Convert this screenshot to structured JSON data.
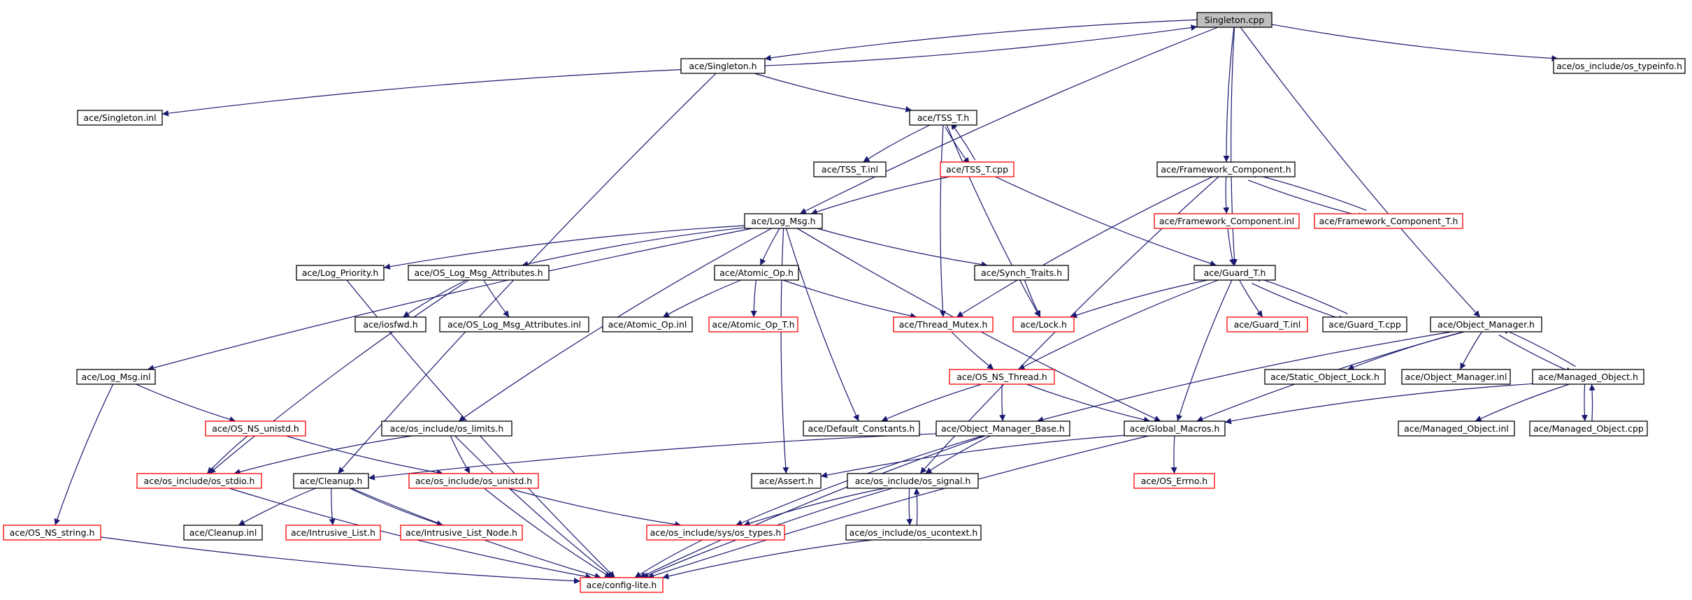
{
  "colors": {
    "edge": "#191970",
    "border_normal": "#000000",
    "border_truncated": "#ff0000",
    "root_fill": "#bfbfbf"
  },
  "nodes": [
    {
      "id": "singleton_cpp",
      "label": "Singleton.cpp",
      "style": "root"
    },
    {
      "id": "ace_singleton_h",
      "label": "ace/Singleton.h",
      "style": "normal"
    },
    {
      "id": "os_typeinfo_h",
      "label": "ace/os_include/os_typeinfo.h",
      "style": "normal"
    },
    {
      "id": "singleton_inl",
      "label": "ace/Singleton.inl",
      "style": "normal"
    },
    {
      "id": "tss_t_h",
      "label": "ace/TSS_T.h",
      "style": "normal"
    },
    {
      "id": "tss_t_inl",
      "label": "ace/TSS_T.inl",
      "style": "normal"
    },
    {
      "id": "tss_t_cpp",
      "label": "ace/TSS_T.cpp",
      "style": "truncated"
    },
    {
      "id": "framework_component_h",
      "label": "ace/Framework_Component.h",
      "style": "normal"
    },
    {
      "id": "framework_component_inl",
      "label": "ace/Framework_Component.inl",
      "style": "truncated"
    },
    {
      "id": "framework_component_t_h",
      "label": "ace/Framework_Component_T.h",
      "style": "truncated"
    },
    {
      "id": "log_msg_h",
      "label": "ace/Log_Msg.h",
      "style": "normal"
    },
    {
      "id": "log_priority_h",
      "label": "ace/Log_Priority.h",
      "style": "normal"
    },
    {
      "id": "os_log_msg_attributes_h",
      "label": "ace/OS_Log_Msg_Attributes.h",
      "style": "normal"
    },
    {
      "id": "atomic_op_h",
      "label": "ace/Atomic_Op.h",
      "style": "normal"
    },
    {
      "id": "synch_traits_h",
      "label": "ace/Synch_Traits.h",
      "style": "normal"
    },
    {
      "id": "guard_t_h",
      "label": "ace/Guard_T.h",
      "style": "normal"
    },
    {
      "id": "iosfwd_h",
      "label": "ace/iosfwd.h",
      "style": "normal"
    },
    {
      "id": "os_log_msg_attributes_inl",
      "label": "ace/OS_Log_Msg_Attributes.inl",
      "style": "normal"
    },
    {
      "id": "atomic_op_inl",
      "label": "ace/Atomic_Op.inl",
      "style": "normal"
    },
    {
      "id": "atomic_op_t_h",
      "label": "ace/Atomic_Op_T.h",
      "style": "truncated"
    },
    {
      "id": "thread_mutex_h",
      "label": "ace/Thread_Mutex.h",
      "style": "truncated"
    },
    {
      "id": "lock_h",
      "label": "ace/Lock.h",
      "style": "truncated"
    },
    {
      "id": "guard_t_inl",
      "label": "ace/Guard_T.inl",
      "style": "truncated"
    },
    {
      "id": "guard_t_cpp",
      "label": "ace/Guard_T.cpp",
      "style": "normal"
    },
    {
      "id": "object_manager_h",
      "label": "ace/Object_Manager.h",
      "style": "normal"
    },
    {
      "id": "log_msg_inl",
      "label": "ace/Log_Msg.inl",
      "style": "normal"
    },
    {
      "id": "os_ns_thread_h",
      "label": "ace/OS_NS_Thread.h",
      "style": "truncated"
    },
    {
      "id": "static_object_lock_h",
      "label": "ace/Static_Object_Lock.h",
      "style": "normal"
    },
    {
      "id": "object_manager_inl",
      "label": "ace/Object_Manager.inl",
      "style": "normal"
    },
    {
      "id": "managed_object_h",
      "label": "ace/Managed_Object.h",
      "style": "normal"
    },
    {
      "id": "os_ns_unistd_h",
      "label": "ace/OS_NS_unistd.h",
      "style": "truncated"
    },
    {
      "id": "os_limits_h",
      "label": "ace/os_include/os_limits.h",
      "style": "normal"
    },
    {
      "id": "default_constants_h",
      "label": "ace/Default_Constants.h",
      "style": "normal"
    },
    {
      "id": "object_manager_base_h",
      "label": "ace/Object_Manager_Base.h",
      "style": "normal"
    },
    {
      "id": "global_macros_h",
      "label": "ace/Global_Macros.h",
      "style": "normal"
    },
    {
      "id": "managed_object_inl",
      "label": "ace/Managed_Object.inl",
      "style": "normal"
    },
    {
      "id": "managed_object_cpp",
      "label": "ace/Managed_Object.cpp",
      "style": "normal"
    },
    {
      "id": "os_stdio_h",
      "label": "ace/os_include/os_stdio.h",
      "style": "truncated"
    },
    {
      "id": "cleanup_h",
      "label": "ace/Cleanup.h",
      "style": "normal"
    },
    {
      "id": "os_unistd_h",
      "label": "ace/os_include/os_unistd.h",
      "style": "truncated"
    },
    {
      "id": "assert_h",
      "label": "ace/Assert.h",
      "style": "normal"
    },
    {
      "id": "os_signal_h",
      "label": "ace/os_include/os_signal.h",
      "style": "normal"
    },
    {
      "id": "os_errno_h",
      "label": "ace/OS_Errno.h",
      "style": "truncated"
    },
    {
      "id": "os_ns_string_h",
      "label": "ace/OS_NS_string.h",
      "style": "truncated"
    },
    {
      "id": "cleanup_inl",
      "label": "ace/Cleanup.inl",
      "style": "normal"
    },
    {
      "id": "intrusive_list_h",
      "label": "ace/Intrusive_List.h",
      "style": "truncated"
    },
    {
      "id": "intrusive_list_node_h",
      "label": "ace/Intrusive_List_Node.h",
      "style": "truncated"
    },
    {
      "id": "os_types_h",
      "label": "ace/os_include/sys/os_types.h",
      "style": "truncated"
    },
    {
      "id": "os_ucontext_h",
      "label": "ace/os_include/os_ucontext.h",
      "style": "normal"
    },
    {
      "id": "config_lite_h",
      "label": "ace/config-lite.h",
      "style": "truncated"
    }
  ],
  "edges": [
    [
      "singleton_cpp",
      "ace_singleton_h"
    ],
    [
      "singleton_cpp",
      "os_typeinfo_h"
    ],
    [
      "singleton_cpp",
      "log_msg_h"
    ],
    [
      "singleton_cpp",
      "framework_component_h"
    ],
    [
      "singleton_cpp",
      "guard_t_h"
    ],
    [
      "singleton_cpp",
      "object_manager_h"
    ],
    [
      "ace_singleton_h",
      "singleton_cpp"
    ],
    [
      "ace_singleton_h",
      "singleton_inl"
    ],
    [
      "ace_singleton_h",
      "tss_t_h"
    ],
    [
      "ace_singleton_h",
      "cleanup_h"
    ],
    [
      "tss_t_h",
      "tss_t_inl"
    ],
    [
      "tss_t_h",
      "tss_t_cpp"
    ],
    [
      "tss_t_h",
      "thread_mutex_h"
    ],
    [
      "tss_t_h",
      "lock_h"
    ],
    [
      "tss_t_cpp",
      "tss_t_h"
    ],
    [
      "tss_t_cpp",
      "log_msg_h"
    ],
    [
      "tss_t_cpp",
      "guard_t_h"
    ],
    [
      "framework_component_h",
      "framework_component_inl"
    ],
    [
      "framework_component_h",
      "framework_component_t_h"
    ],
    [
      "framework_component_h",
      "thread_mutex_h"
    ],
    [
      "framework_component_h",
      "os_signal_h"
    ],
    [
      "framework_component_t_h",
      "framework_component_h"
    ],
    [
      "framework_component_inl",
      "guard_t_h"
    ],
    [
      "log_msg_h",
      "log_priority_h"
    ],
    [
      "log_msg_h",
      "os_log_msg_attributes_h"
    ],
    [
      "log_msg_h",
      "atomic_op_h"
    ],
    [
      "log_msg_h",
      "synch_traits_h"
    ],
    [
      "log_msg_h",
      "log_msg_inl"
    ],
    [
      "log_msg_h",
      "os_limits_h"
    ],
    [
      "log_msg_h",
      "default_constants_h"
    ],
    [
      "log_msg_h",
      "assert_h"
    ],
    [
      "log_msg_h",
      "global_macros_h"
    ],
    [
      "log_priority_h",
      "config_lite_h"
    ],
    [
      "os_log_msg_attributes_h",
      "iosfwd_h"
    ],
    [
      "os_log_msg_attributes_h",
      "os_log_msg_attributes_inl"
    ],
    [
      "os_log_msg_attributes_h",
      "os_stdio_h"
    ],
    [
      "atomic_op_h",
      "atomic_op_inl"
    ],
    [
      "atomic_op_h",
      "atomic_op_t_h"
    ],
    [
      "atomic_op_h",
      "thread_mutex_h"
    ],
    [
      "synch_traits_h",
      "lock_h"
    ],
    [
      "guard_t_h",
      "lock_h"
    ],
    [
      "guard_t_h",
      "guard_t_inl"
    ],
    [
      "guard_t_h",
      "guard_t_cpp"
    ],
    [
      "guard_t_h",
      "os_ns_thread_h"
    ],
    [
      "guard_t_h",
      "global_macros_h"
    ],
    [
      "guard_t_cpp",
      "guard_t_h"
    ],
    [
      "thread_mutex_h",
      "os_ns_thread_h"
    ],
    [
      "os_ns_thread_h",
      "default_constants_h"
    ],
    [
      "os_ns_thread_h",
      "object_manager_base_h"
    ],
    [
      "os_ns_thread_h",
      "global_macros_h"
    ],
    [
      "object_manager_h",
      "static_object_lock_h"
    ],
    [
      "object_manager_h",
      "object_manager_inl"
    ],
    [
      "object_manager_h",
      "managed_object_h"
    ],
    [
      "object_manager_h",
      "object_manager_base_h"
    ],
    [
      "object_manager_h",
      "global_macros_h"
    ],
    [
      "managed_object_h",
      "object_manager_h"
    ],
    [
      "managed_object_h",
      "managed_object_inl"
    ],
    [
      "managed_object_h",
      "managed_object_cpp"
    ],
    [
      "managed_object_h",
      "global_macros_h"
    ],
    [
      "managed_object_cpp",
      "managed_object_h"
    ],
    [
      "log_msg_inl",
      "os_ns_unistd_h"
    ],
    [
      "log_msg_inl",
      "os_ns_string_h"
    ],
    [
      "os_ns_unistd_h",
      "os_stdio_h"
    ],
    [
      "os_ns_unistd_h",
      "os_unistd_h"
    ],
    [
      "os_limits_h",
      "os_stdio_h"
    ],
    [
      "os_limits_h",
      "os_unistd_h"
    ],
    [
      "os_limits_h",
      "config_lite_h"
    ],
    [
      "object_manager_base_h",
      "cleanup_h"
    ],
    [
      "object_manager_base_h",
      "os_signal_h"
    ],
    [
      "object_manager_base_h",
      "os_types_h"
    ],
    [
      "object_manager_base_h",
      "config_lite_h"
    ],
    [
      "global_macros_h",
      "assert_h"
    ],
    [
      "global_macros_h",
      "os_errno_h"
    ],
    [
      "global_macros_h",
      "config_lite_h"
    ],
    [
      "cleanup_h",
      "cleanup_inl"
    ],
    [
      "cleanup_h",
      "intrusive_list_h"
    ],
    [
      "cleanup_h",
      "intrusive_list_node_h"
    ],
    [
      "cleanup_h",
      "config_lite_h"
    ],
    [
      "os_stdio_h",
      "config_lite_h"
    ],
    [
      "os_unistd_h",
      "os_types_h"
    ],
    [
      "os_unistd_h",
      "config_lite_h"
    ],
    [
      "os_signal_h",
      "os_types_h"
    ],
    [
      "os_signal_h",
      "os_ucontext_h"
    ],
    [
      "os_signal_h",
      "config_lite_h"
    ],
    [
      "os_ucontext_h",
      "os_signal_h"
    ],
    [
      "os_ucontext_h",
      "config_lite_h"
    ],
    [
      "os_types_h",
      "config_lite_h"
    ],
    [
      "os_ns_string_h",
      "config_lite_h"
    ]
  ]
}
